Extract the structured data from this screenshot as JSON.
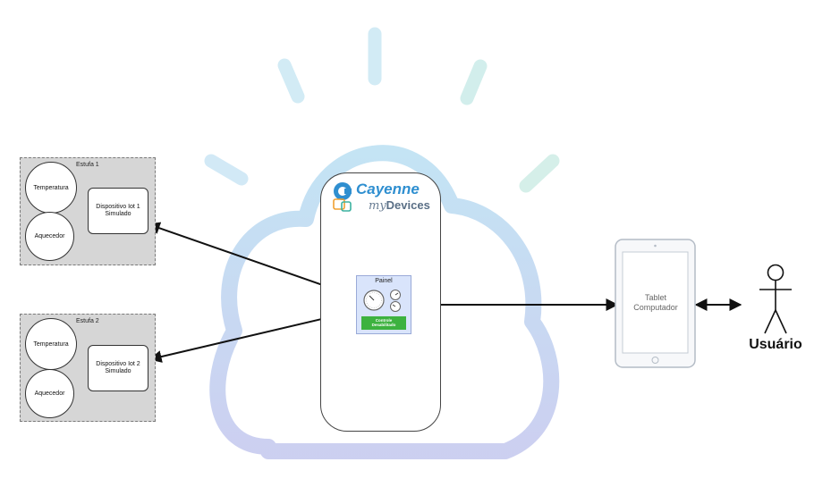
{
  "greenhouses": [
    {
      "title": "Estufa 1",
      "sensor": "Temperatura",
      "actuator": "Aquecedor",
      "device_line1": "Dispositivo Iot 1",
      "device_line2": "Simulado"
    },
    {
      "title": "Estufa 2",
      "sensor": "Temperatura",
      "actuator": "Aquecedor",
      "device_line1": "Dispositivo Iot 2",
      "device_line2": "Simulado"
    }
  ],
  "platform": {
    "brand": "Cayenne",
    "brand_sub_prefix": "my",
    "brand_sub": "Devices",
    "panel_title": "Painel",
    "panel_status_line1": "Controle",
    "panel_status_line2": "Desabilitado",
    "panel_status_color": "#3db23f",
    "panel_color": "#d9e4fb"
  },
  "tablet": {
    "line1": "Tablet",
    "line2": "Computador"
  },
  "user": {
    "label": "Usuário"
  },
  "icons": [
    "cloud-icon",
    "sun-rays-icon",
    "cayenne-logo-icon",
    "gauge-icon",
    "tablet-icon",
    "stick-figure-icon"
  ]
}
